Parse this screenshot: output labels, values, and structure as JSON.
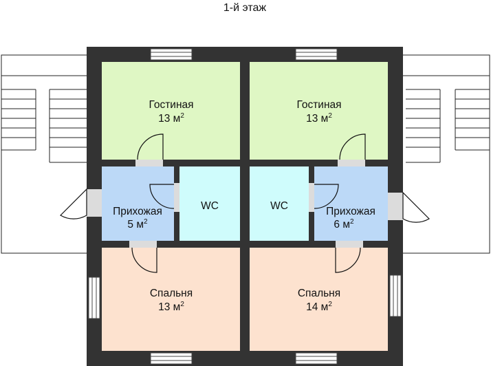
{
  "title": "1-й этаж",
  "rooms": {
    "living_left": {
      "name": "Гостиная",
      "area": "13",
      "unit": "м",
      "unit_power": "2",
      "color": "#dff7c4"
    },
    "living_right": {
      "name": "Гостиная",
      "area": "13",
      "unit": "м",
      "unit_power": "2",
      "color": "#dff7c4"
    },
    "hall_left": {
      "name": "Прихожая",
      "area": "5",
      "unit": "м",
      "unit_power": "2",
      "color": "#bcd9f7"
    },
    "hall_right": {
      "name": "Прихожая",
      "area": "6",
      "unit": "м",
      "unit_power": "2",
      "color": "#bcd9f7"
    },
    "wc_left": {
      "name": "WC",
      "color": "#cffcfc"
    },
    "wc_right": {
      "name": "WC",
      "color": "#cffcfc"
    },
    "bed_left": {
      "name": "Спальня",
      "area": "13",
      "unit": "м",
      "unit_power": "2",
      "color": "#fde2cf"
    },
    "bed_right": {
      "name": "Спальня",
      "area": "14",
      "unit": "м",
      "unit_power": "2",
      "color": "#fde2cf"
    }
  },
  "colors": {
    "wall": "#333333",
    "opening": "#dcdcdc"
  }
}
